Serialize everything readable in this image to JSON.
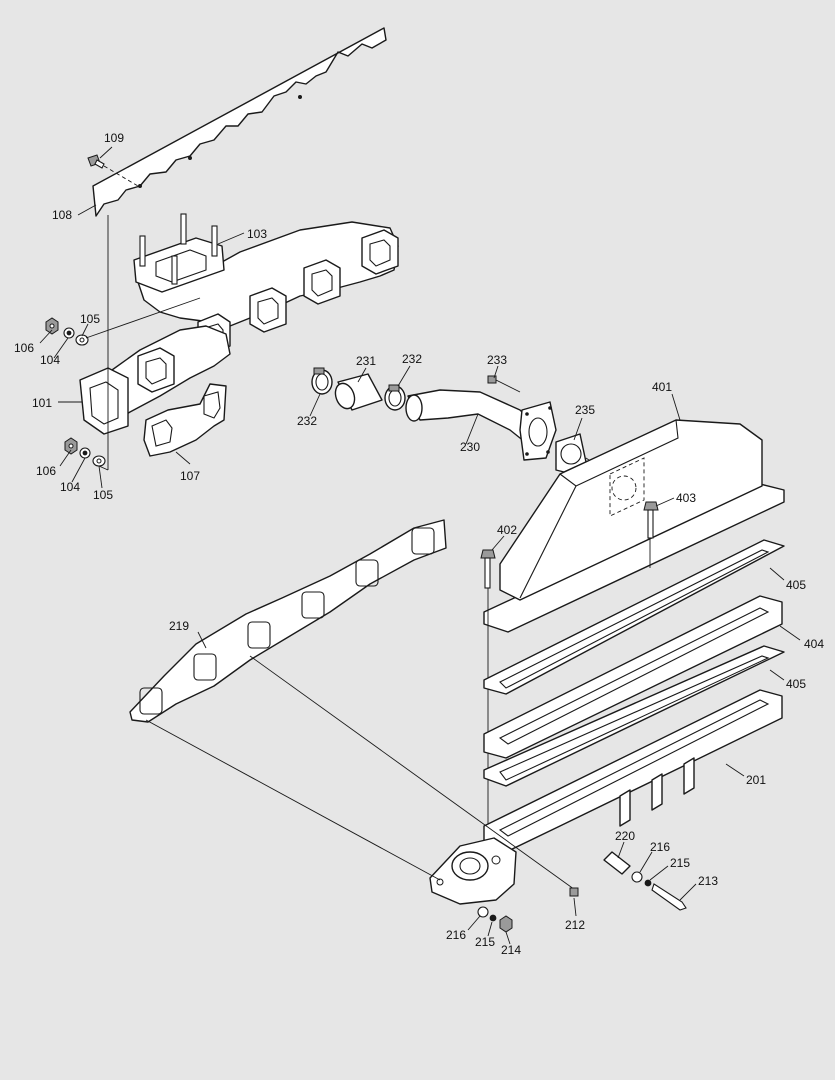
{
  "diagram": {
    "background": "#e6e6e6",
    "line_color": "#1a1a1a",
    "part_fill": "#ffffff",
    "labels": {
      "p101": "101",
      "p103": "103",
      "p104a": "104",
      "p104b": "104",
      "p105a": "105",
      "p105b": "105",
      "p106a": "106",
      "p106b": "106",
      "p107": "107",
      "p108": "108",
      "p109": "109",
      "p201": "201",
      "p212": "212",
      "p213": "213",
      "p214": "214",
      "p215a": "215",
      "p215b": "215",
      "p216a": "216",
      "p216b": "216",
      "p219": "219",
      "p220": "220",
      "p230": "230",
      "p231": "231",
      "p232a": "232",
      "p232b": "232",
      "p233": "233",
      "p235": "235",
      "p401": "401",
      "p402": "402",
      "p403": "403",
      "p404": "404",
      "p405a": "405",
      "p405b": "405"
    }
  }
}
